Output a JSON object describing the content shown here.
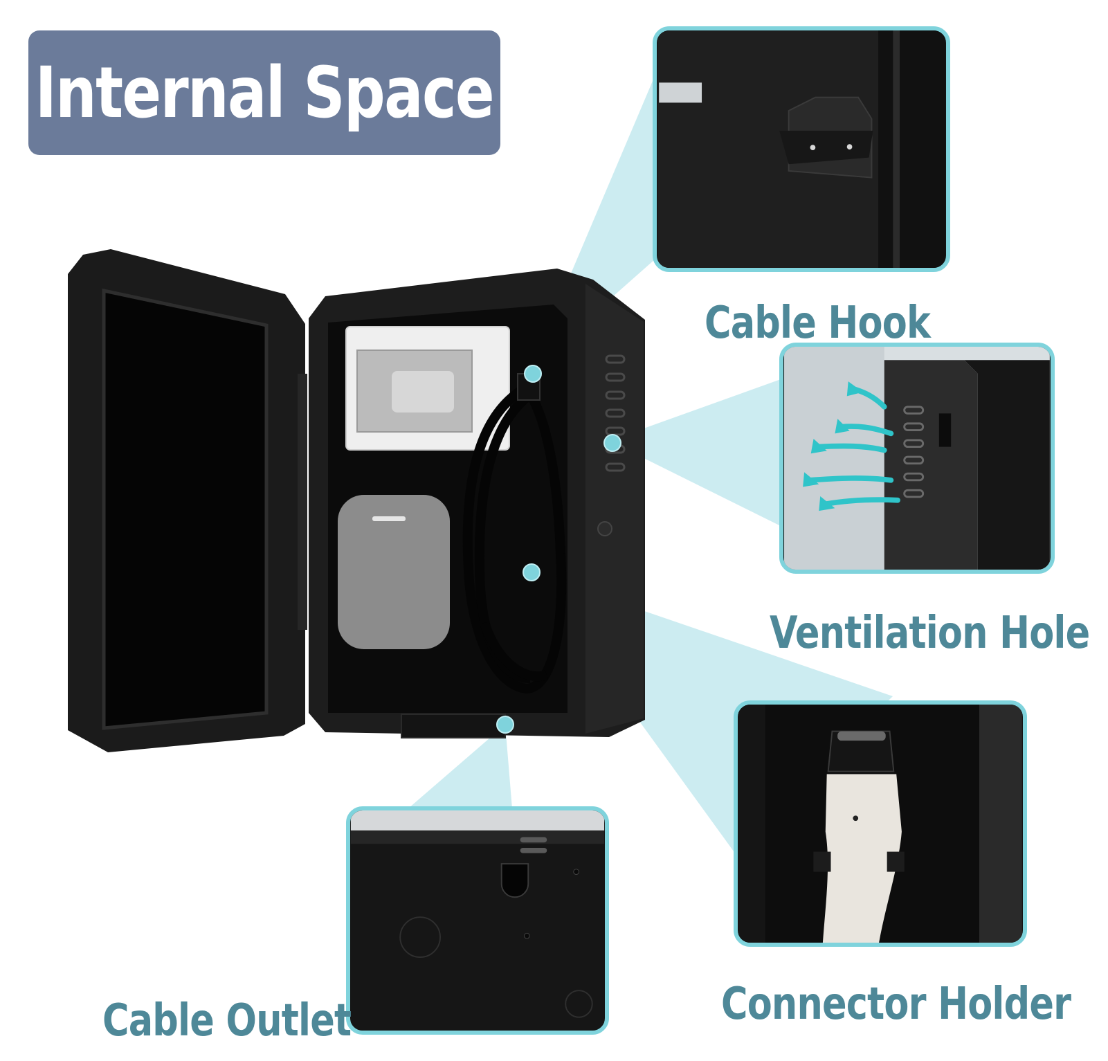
{
  "title": "Internal Space",
  "callouts": {
    "cable_hook": {
      "label": "Cable Hook"
    },
    "ventilation_hole": {
      "label": "Ventilation Hole"
    },
    "connector_holder": {
      "label": "Connector Holder"
    },
    "cable_outlet": {
      "label": "Cable Outlet"
    }
  },
  "colors": {
    "title_badge": "#6b7b9a",
    "title_text": "#ffffff",
    "label_text": "#4e8898",
    "accent_cyan": "#7fd3dc",
    "beam": "#bfe8ee",
    "enclosure": "#1a1a1a",
    "airflow_arrow": "#2fc4c9"
  }
}
